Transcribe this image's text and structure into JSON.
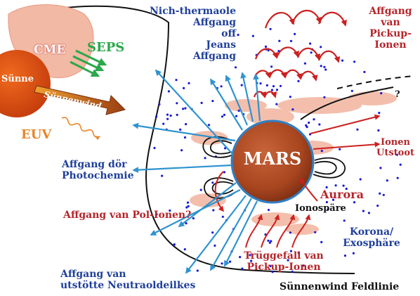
{
  "labels": {
    "cme": "CME",
    "seps": "SEPS",
    "sun": "Sünne",
    "solar_wind": "Sünnenwind",
    "euv": "EUV",
    "nonthermal": [
      "Nich-thermaole",
      "Affgang",
      "off",
      "Jeans",
      "Affgang"
    ],
    "pickup_escape": [
      "Affgang",
      "van",
      "Pickup-",
      "Ionen"
    ],
    "question": "?",
    "ion_sputter": [
      "Ionen",
      "Utstoot"
    ],
    "mars": "MARS",
    "photochem": [
      "Affgang dör",
      "Photochemie"
    ],
    "aurora": "Aurora",
    "ionosphere": "Ionospäre",
    "polar_ion": "Affgang van Pol-Ionen?",
    "corona": [
      "Korona/",
      "Exosphäre"
    ],
    "pickup_return": [
      "Trüggefall van",
      "Pickup-Ionen"
    ],
    "neutral_escape": [
      "Affgang van",
      "utstötte Neutraoldeilkes"
    ],
    "field_line": "Sünnenwind Feldlinie"
  },
  "colors": {
    "blue_text": "#1f3f9a",
    "red_text": "#b5252a",
    "arrow_blue": "#2f93cf",
    "arrow_red": "#cc2020",
    "sun": "#d9480f",
    "mars": "#a7451f",
    "mars_rim": "#2f7fc4",
    "plasma": "#f2b9a4",
    "seps_green": "#2aa84a",
    "dots": "#1a1ad6"
  }
}
